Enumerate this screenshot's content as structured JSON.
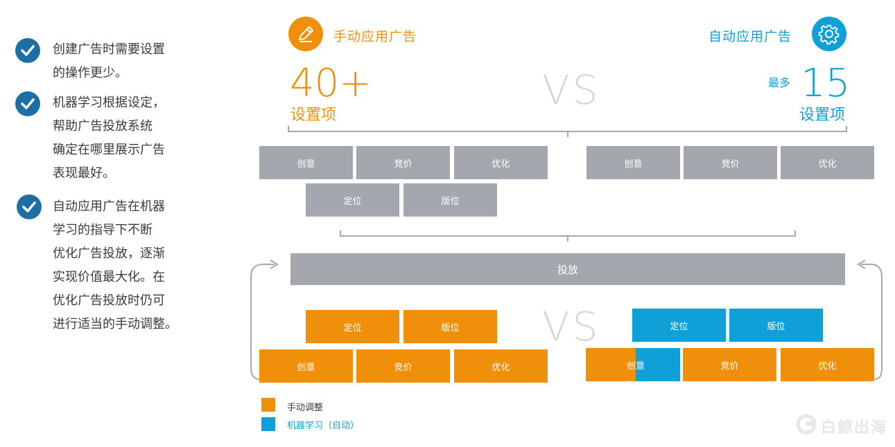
{
  "left_list": [
    {
      "text": "创建广告时需要设置\n的操作更少。"
    },
    {
      "text": "机器学习根据设定，\n帮助广告投放系统\n确定在哪里展示广告\n表现最好。"
    },
    {
      "text": "自动应用广告在机器\n学习的指导下不断\n优化广告投放，逐渐\n实现价值最大化。在\n优化广告投放时仍可\n进行适当的手动调整。"
    }
  ],
  "manual": {
    "title": "手动应用广告",
    "number": "40+",
    "unit": "设置项",
    "icon": "pencil-icon"
  },
  "auto": {
    "title": "自动应用广告",
    "prefix": "最多",
    "number": "15",
    "unit": "设置项",
    "icon": "gear-icon"
  },
  "vs_label": "VS",
  "boxes": {
    "creative": "创意",
    "bidding": "竞价",
    "optimize": "优化",
    "targeting": "定位",
    "placement": "版位",
    "delivery": "投放"
  },
  "legend": [
    {
      "label": "手动调整",
      "color": "#f0900a"
    },
    {
      "label": "机器学习（自动）",
      "color": "#0fa0d8"
    }
  ],
  "watermark": "白鲸出海",
  "colors": {
    "orange": "#f0900a",
    "blue": "#0fa0d8",
    "gray": "#a4a8ae",
    "check": "#1c6ea4"
  }
}
